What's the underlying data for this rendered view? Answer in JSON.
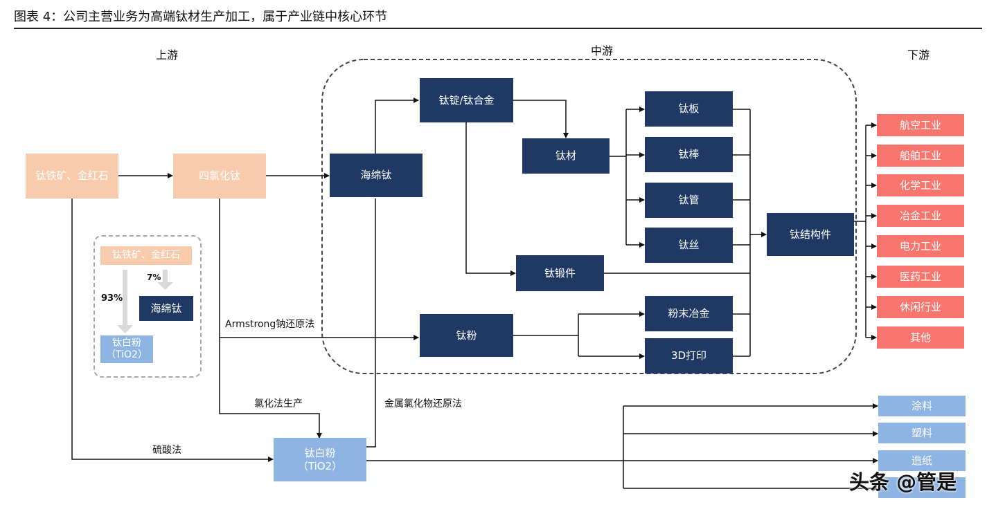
{
  "title": "图表 4：公司主营业务为高端钛材生产加工，属于产业链中核心环节",
  "sections": {
    "upstream": "上游",
    "midstream": "中游",
    "downstream": "下游"
  },
  "nodes": {
    "ilmenite": "钛铁矿、金红石",
    "ticl4": "四氯化钛",
    "sponge": "海绵钛",
    "ingot": "钛锭/钛合金",
    "material": "钛材",
    "plate": "钛板",
    "rod": "钛棒",
    "tube": "钛管",
    "wire": "钛丝",
    "forging": "钛锻件",
    "powder": "钛粉",
    "pm": "粉末冶金",
    "print3d": "3D打印",
    "structure": "钛结构件",
    "tio2_line1": "钛白粉",
    "tio2_line2": "（TiO2）"
  },
  "downstream_titanium": [
    "航空工业",
    "船舶工业",
    "化学工业",
    "冶金工业",
    "电力工业",
    "医药工业",
    "休闲行业",
    "其他"
  ],
  "downstream_tio2": [
    "涂料",
    "塑料",
    "造纸",
    ""
  ],
  "process_labels": {
    "armstrong": "Armstrong钠还原法",
    "chloride": "氯化法生产",
    "metal_chloride": "金属氯化物还原法",
    "sulfuric": "硫酸法"
  },
  "legend": {
    "source": "钛铁矿、金红石",
    "sponge": "海绵钛",
    "tio2_line1": "钛白粉",
    "tio2_line2": "（TiO2）",
    "pct_tio2": "93%",
    "pct_sponge": "7%"
  },
  "watermark": "头条 @管是",
  "colors": {
    "navy": "#1f3864",
    "peach": "#f8cbad",
    "red": "#f8766d",
    "blue": "#8eb4e3"
  }
}
